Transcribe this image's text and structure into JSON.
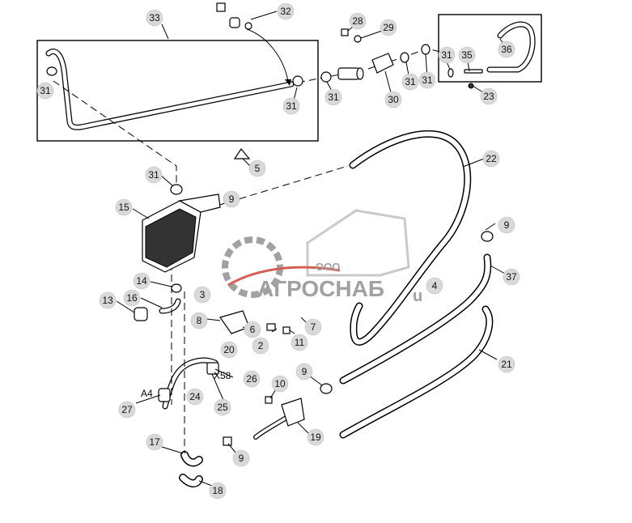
{
  "diagram": {
    "callouts": [
      "33",
      "32",
      "28",
      "29",
      "31",
      "31",
      "31",
      "31",
      "31",
      "31",
      "30",
      "35",
      "36",
      "23",
      "5",
      "31",
      "22",
      "9",
      "15",
      "14",
      "16",
      "13",
      "3",
      "8",
      "20",
      "6",
      "2",
      "7",
      "11",
      "4",
      "9",
      "37",
      "21",
      "24",
      "26",
      "25",
      "27",
      "9",
      "10",
      "19",
      "17",
      "9",
      "18"
    ],
    "connector_labels": {
      "a4": "A4",
      "x58": "X58"
    },
    "watermark": {
      "prefix": "ООО",
      "brand": "АГРОСНАБ",
      "suffix": "u"
    },
    "colors": {
      "line": "#000000",
      "callout_fill": "#d9d9d9",
      "watermark": "#8a8a8a",
      "watermark_red": "#c83a2a"
    }
  }
}
